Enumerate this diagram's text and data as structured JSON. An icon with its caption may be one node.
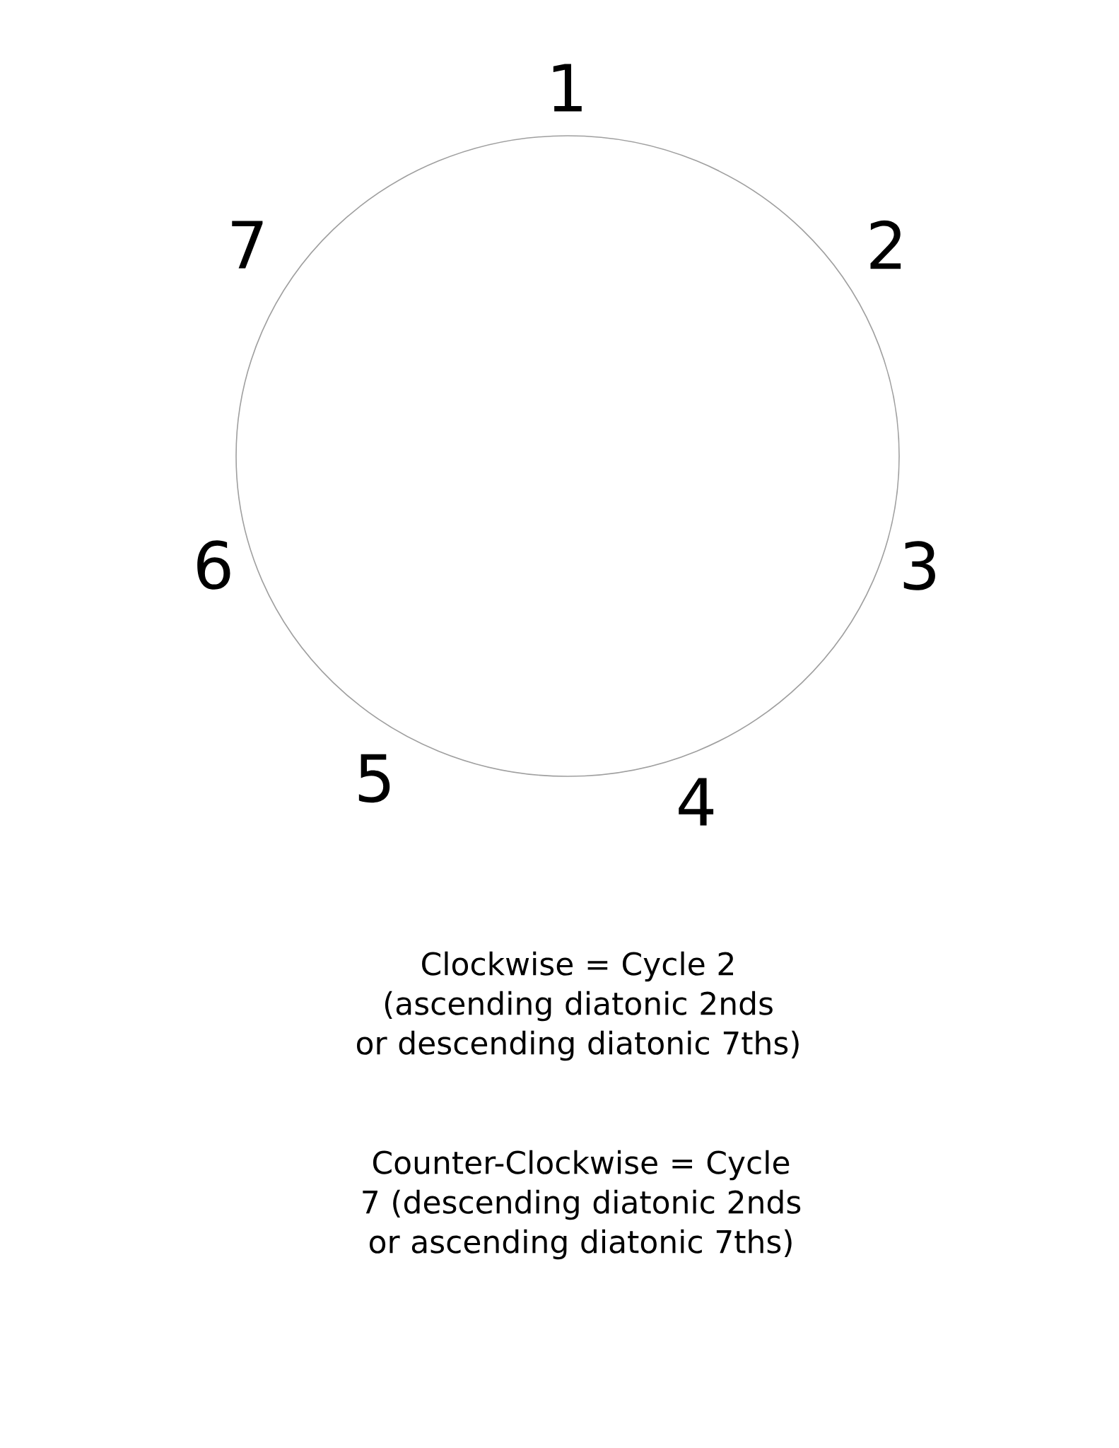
{
  "diagram": {
    "labels": [
      "1",
      "2",
      "3",
      "4",
      "5",
      "6",
      "7",
      "Clockwise = Cycle 2 (ascending diatonic 2nds or descending diatonic 7ths)",
      "Counter-Clockwise = Cycle 7 (descending diatonic 2nds or ascending diatonic 7ths)"
    ]
  }
}
